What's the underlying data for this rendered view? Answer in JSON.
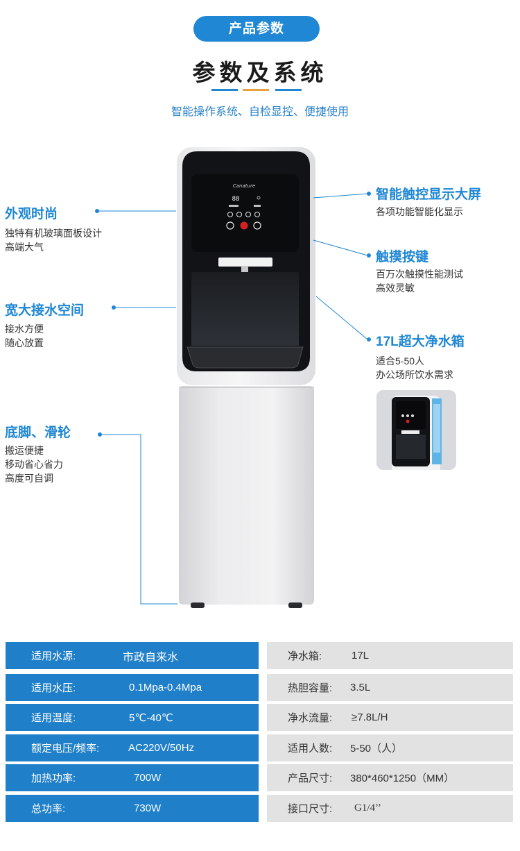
{
  "header": {
    "badge": "产品参数",
    "title": "参数及系统",
    "subtitle": "智能操作系统、自检显控、便捷使用"
  },
  "colors": {
    "accent": "#1f87d3",
    "dash_orange": "#e8a23a",
    "table_left": "#1f7fc9",
    "table_right": "#e2e2e2"
  },
  "product": {
    "brand": "Canature",
    "display_reading": "88"
  },
  "features": {
    "appearance": {
      "title": "外观时尚",
      "lines": [
        "独特有机玻璃面板设计",
        "高端大气"
      ]
    },
    "space": {
      "title": "宽大接水空间",
      "lines": [
        "接水方便",
        "随心放置"
      ]
    },
    "base": {
      "title": "底脚、滑轮",
      "lines": [
        "搬运便捷",
        "移动省心省力",
        "高度可自调"
      ]
    },
    "screen": {
      "title": "智能触控显示大屏",
      "lines": [
        "各项功能智能化显示"
      ]
    },
    "keys": {
      "title": "触摸按键",
      "lines": [
        "百万次触摸性能测试",
        "高效灵敏"
      ]
    },
    "tank": {
      "title": "17L超大净水箱",
      "lines": [
        "适合5-50人",
        "办公场所饮水需求"
      ]
    }
  },
  "specs_left": [
    {
      "label": "适用水源:",
      "value": "市政自来水"
    },
    {
      "label": "适用水压:",
      "value": "0.1Mpa-0.4Mpa"
    },
    {
      "label": "适用温度:",
      "value": "5℃-40℃"
    },
    {
      "label": "额定电压/频率:",
      "value": "AC220V/50Hz"
    },
    {
      "label": "加热功率:",
      "value": "700W"
    },
    {
      "label": "总功率:",
      "value": "730W"
    }
  ],
  "specs_right": [
    {
      "label": "净水箱:",
      "value": "17L"
    },
    {
      "label": "热胆容量:",
      "value": "3.5L"
    },
    {
      "label": "净水流量:",
      "value": "≥7.8L/H"
    },
    {
      "label": "适用人数:",
      "value": "5-50（人）"
    },
    {
      "label": "产品尺寸:",
      "value": "380*460*1250（MM）"
    },
    {
      "label": "接口尺寸:",
      "value": "G1/4’’"
    }
  ]
}
